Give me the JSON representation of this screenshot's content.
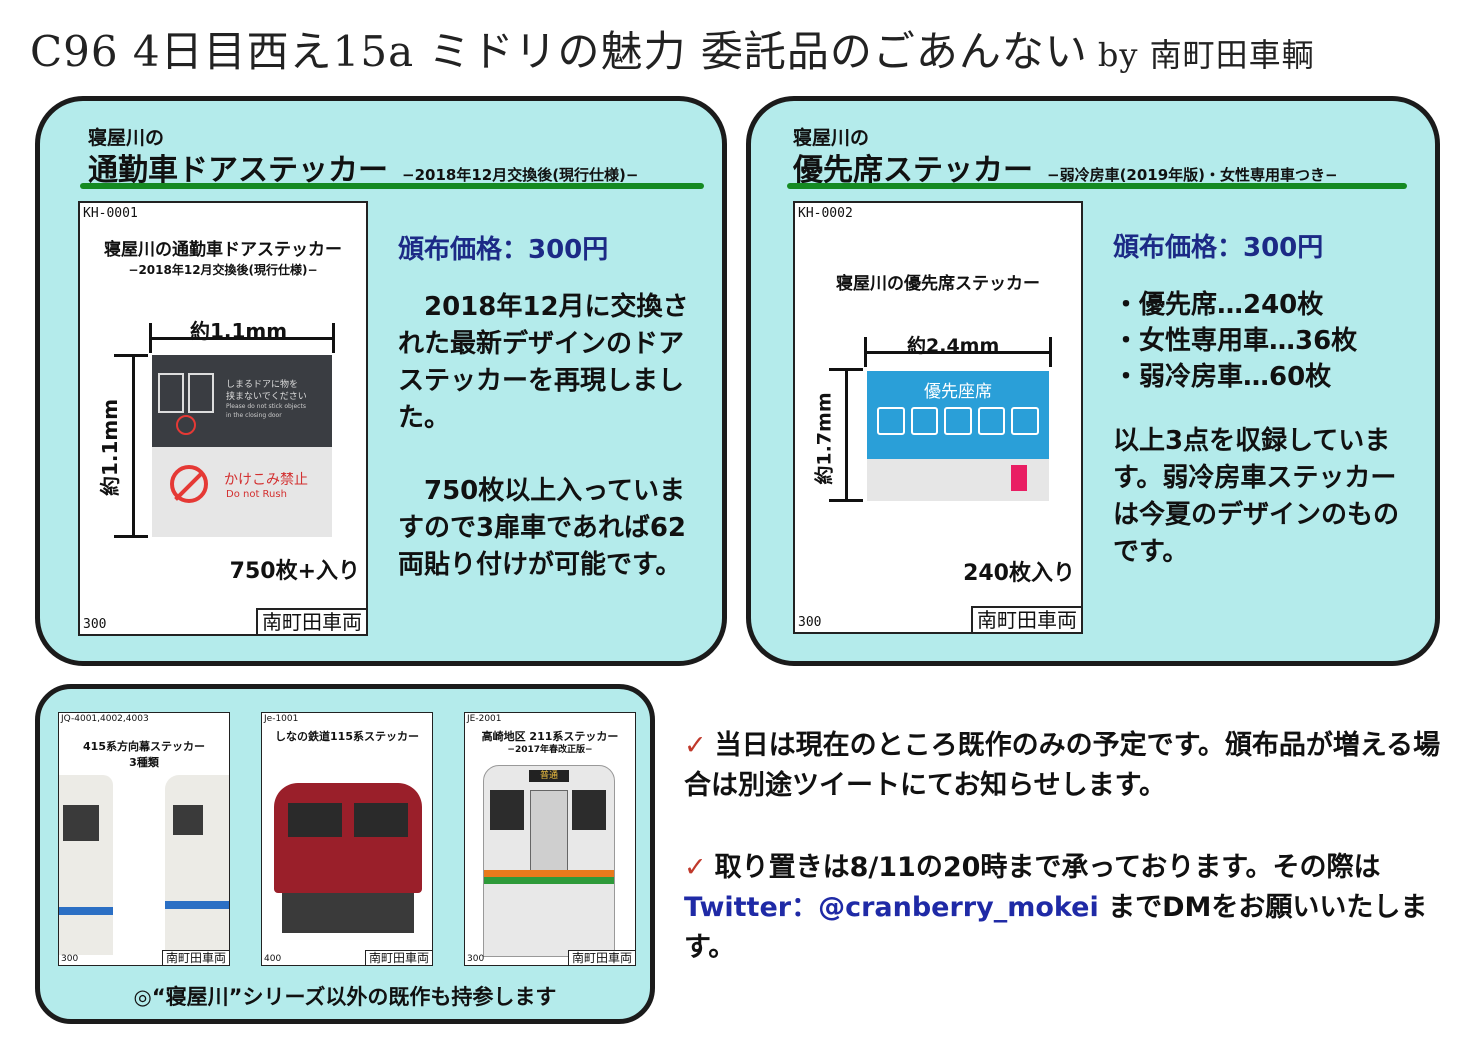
{
  "header": {
    "title": "C96 4日目西え15a ミドリの魅力 委託品のごあんない",
    "by": "by 南町田車輌"
  },
  "panels": [
    {
      "subtitle": "寝屋川の",
      "title": "通勤車ドアステッカー",
      "title_small": "−2018年12月交換後(現行仕様)−",
      "card": {
        "code": "KH-0001",
        "title": "寝屋川の通勤車ドアステッカー",
        "subtitle": "−2018年12月交換後(現行仕様)−",
        "width_label": "約1.1mm",
        "height_label": "約1.1mm",
        "sign_text_1": "しまるドアに物を",
        "sign_text_2": "挟まないでください",
        "sign_text_3": "Please do not stick objects",
        "sign_text_4": "in the closing door",
        "sign_warn_jp": "かけこみ禁止",
        "sign_warn_en": "Do not Rush",
        "count": "750枚+入り",
        "price": "300",
        "maker": "南町田車両"
      },
      "price_label": "頒布価格：300円",
      "desc_1": "　2018年12月に交換された最新デザインのドアステッカーを再現しました。",
      "desc_2": "　750枚以上入っていますので3扉車であれば62両貼り付けが可能です。"
    },
    {
      "subtitle": "寝屋川の",
      "title": "優先席ステッカー",
      "title_small": "−弱冷房車(2019年版)・女性専用車つき−",
      "card": {
        "code": "KH-0002",
        "title": "寝屋川の優先席ステッカー",
        "width_label": "約2.4mm",
        "height_label": "約1.7mm",
        "sign_heading": "優先座席",
        "count": "240枚入り",
        "price": "300",
        "maker": "南町田車両"
      },
      "price_label": "頒布価格：300円",
      "list": [
        "・優先席…240枚",
        "・女性専用車…36枚",
        "・弱冷房車…60枚"
      ],
      "desc": "以上3点を収録しています。弱冷房車ステッカーは今夏のデザインのものです。"
    }
  ],
  "other_items": {
    "cards": [
      {
        "code": "JQ-4001,4002,4003",
        "title": "415系方向幕ステッカー",
        "title2": "3種類",
        "price": "300",
        "maker": "南町田車両"
      },
      {
        "code": "Je-1001",
        "title": "しなの鉄道115系ステッカー",
        "title2": "",
        "price": "400",
        "maker": "南町田車両"
      },
      {
        "code": "JE-2001",
        "title": "高崎地区 211系ステッカー",
        "title2": "−2017年春改正版−",
        "price": "300",
        "maker": "南町田車両",
        "train_sign": "普通"
      }
    ],
    "footer": "◎“寝屋川”シリーズ以外の既作も持参します"
  },
  "notices": {
    "check": "✓",
    "n1": "当日は現在のところ既作のみの予定です。頒布品が増える場合は別途ツイートにてお知らせします。",
    "n2_a": "取り置きは8/11の20時まで承っております。その際は",
    "n2_twitter": "Twitter：@cranberry_mokei",
    "n2_b": " までDMをお願いいたします。"
  },
  "colors": {
    "panel_bg": "#b4ebeb",
    "green_rule": "#158a22",
    "price_blue": "#1c2a86",
    "check_red": "#c0392b",
    "twitter_blue": "#1f2aa6"
  }
}
